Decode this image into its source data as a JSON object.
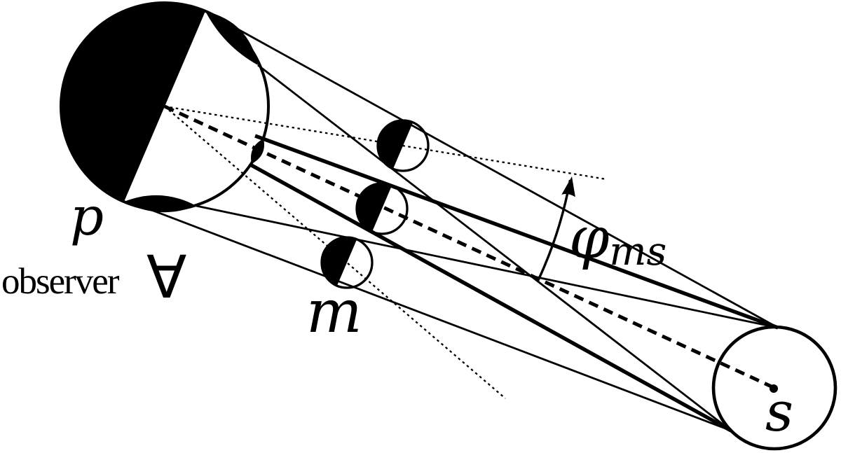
{
  "figure": {
    "type": "geometric eclipse diagram",
    "bodies": [
      {
        "id": "planet",
        "label": "p",
        "appearance": "large circle, left half shaded black"
      },
      {
        "id": "moon",
        "label": "m",
        "appearance": "three small half-shaded circles between planet and sun"
      },
      {
        "id": "sun",
        "label": "s",
        "appearance": "circle at lower right with black center dot"
      }
    ],
    "angle": {
      "symbol": "φ",
      "subscript": "ms"
    }
  },
  "labels": {
    "planet": "p",
    "observer": "observer",
    "forall": "∀",
    "moon": "m",
    "sun": "s",
    "angle_phi": "φ",
    "angle_phi_subscript": "ms"
  },
  "colors": {
    "ink": "#000000",
    "paper": "#ffffff"
  }
}
